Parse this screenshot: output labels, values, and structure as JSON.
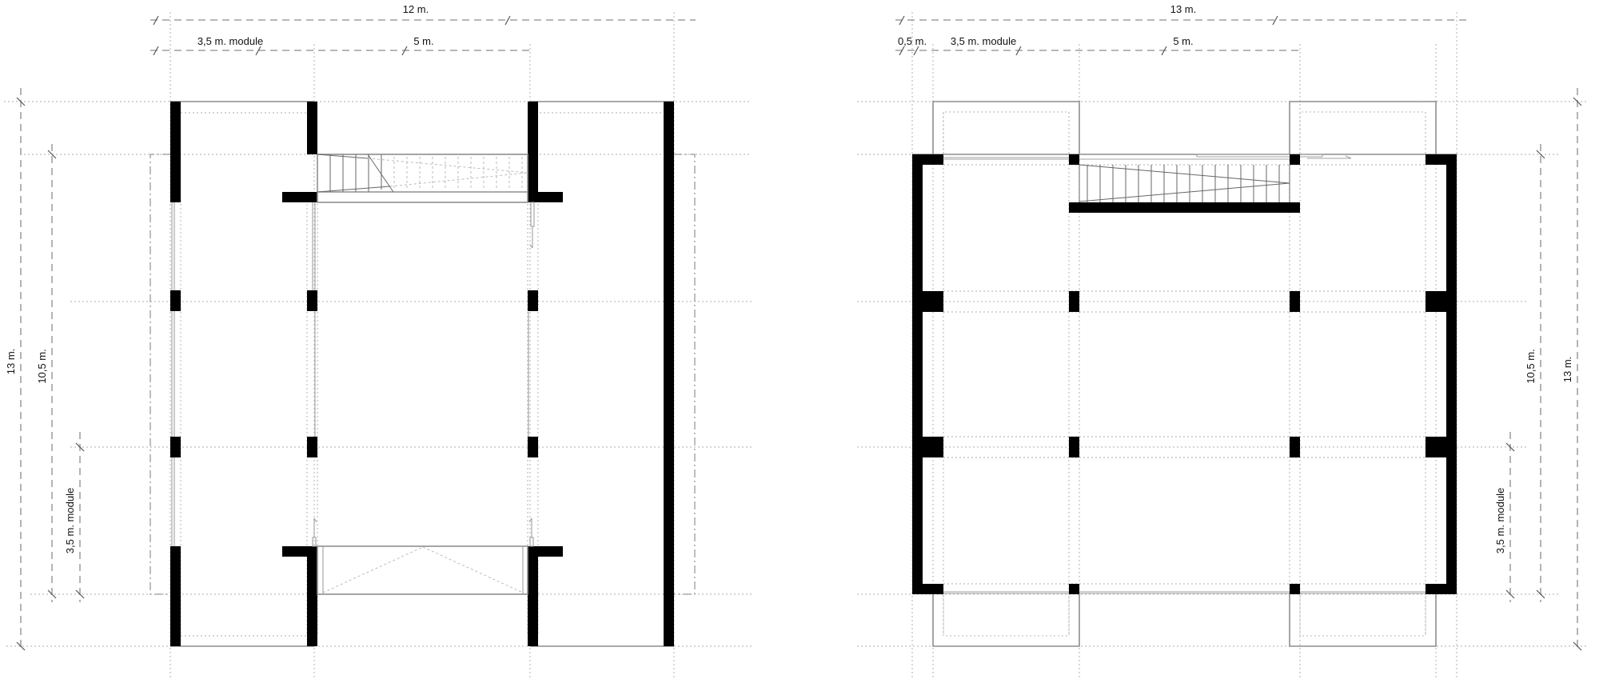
{
  "left_plan": {
    "dimensions": {
      "total_width": "12 m.",
      "module": "3,5 m. module",
      "bay": "5 m.",
      "total_depth": "13 m.",
      "inner_depth": "10,5 m.",
      "module_vertical": "3,5 m. module"
    }
  },
  "right_plan": {
    "dimensions": {
      "total_width": "13 m.",
      "offset": "0,5 m.",
      "module": "3,5 m. module",
      "bay": "5 m.",
      "inner_depth": "10,5 m.",
      "total_depth": "13 m.",
      "module_vertical": "3,5 m. module"
    }
  },
  "colors": {
    "wall": "#000000",
    "grid": "#bdbdbd",
    "dimension": "#8c8c8c",
    "background": "#ffffff"
  }
}
